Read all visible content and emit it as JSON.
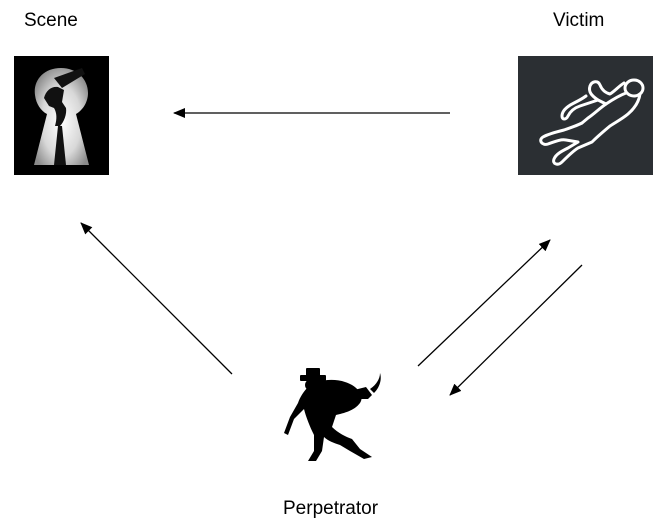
{
  "nodes": {
    "scene": {
      "label": "Scene",
      "icon": "keyhole-knife-icon"
    },
    "victim": {
      "label": "Victim",
      "icon": "chalk-outline-icon"
    },
    "perpetrator": {
      "label": "Perpetrator",
      "icon": "burglar-silhouette-icon"
    }
  },
  "edges": [
    {
      "from": "victim",
      "to": "scene"
    },
    {
      "from": "perpetrator",
      "to": "scene"
    },
    {
      "from": "perpetrator",
      "to": "victim"
    },
    {
      "from": "victim",
      "to": "perpetrator"
    }
  ],
  "colors": {
    "line": "#000000",
    "victim_bg": "#2b2f33",
    "chalk": "#ffffff",
    "scene_bg": "#000000"
  }
}
